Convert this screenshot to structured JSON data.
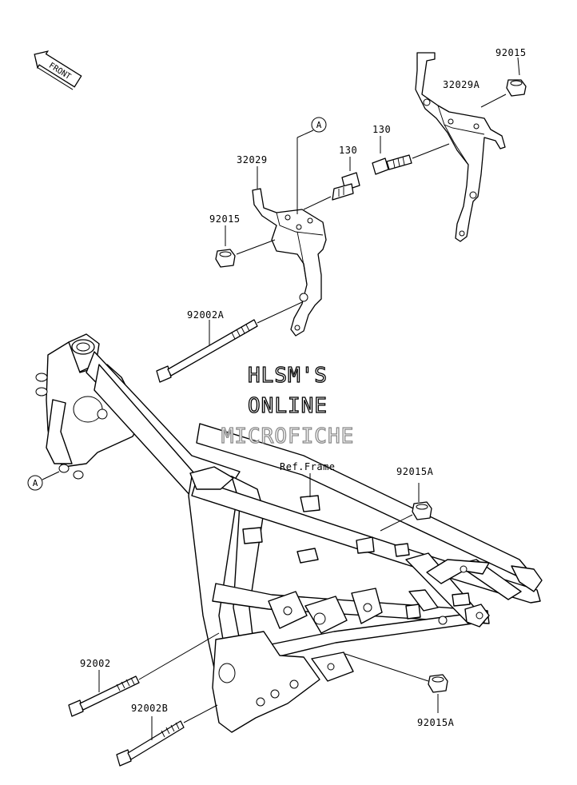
{
  "front_badge": "FRONT",
  "ref_marker": "A",
  "watermark": [
    "HLSM'S",
    "ONLINE",
    "MICROFICHE"
  ],
  "ref_frame_label": "Ref.Frame",
  "part_numbers": {
    "p92015_top": "92015",
    "p32029a": "32029A",
    "p130_right": "130",
    "p130_left": "130",
    "p32029": "32029",
    "p92015_left": "92015",
    "p92002a": "92002A",
    "p92015a_mid": "92015A",
    "p92002": "92002",
    "p92002b": "92002B",
    "p92015a_low": "92015A"
  }
}
